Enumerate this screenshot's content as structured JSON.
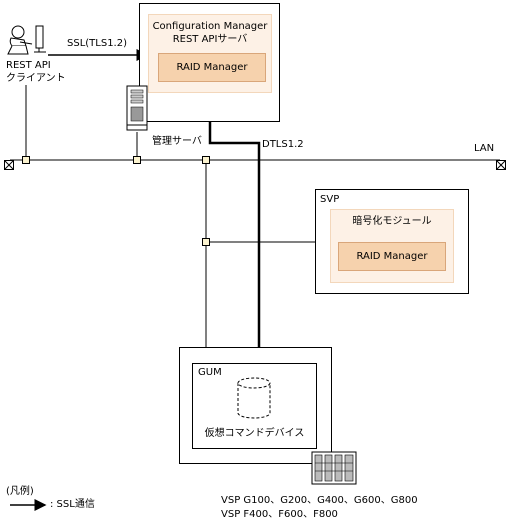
{
  "client": {
    "label_line1": "REST API",
    "label_line2": "クライアント"
  },
  "ssl_label": "SSL(TLS1.2)",
  "server_box": {
    "title_line1": "Configuration Manager",
    "title_line2": "REST APIサーバ",
    "raid": "RAID Manager"
  },
  "mgmt_server_label": "管理サーバ",
  "dtls_label": "DTLS1.2",
  "lan_label": "LAN",
  "svp": {
    "title": "SVP",
    "module": "暗号化モジュール",
    "raid": "RAID Manager"
  },
  "gum": {
    "title": "GUM",
    "device": "仮想コマンドデバイス"
  },
  "models": {
    "line1": "VSP G100、G200、G400、G600、G800",
    "line2": "VSP F400、F600、F800"
  },
  "legend": {
    "title": "(凡例)",
    "ssl": ": SSL通信"
  },
  "icons": [
    "user-at-computer-icon",
    "server-tower-icon",
    "storage-rack-icon",
    "database-cylinder-icon"
  ],
  "colors": {
    "panel_fill": "#fdf1e6",
    "raid_fill": "#f6d2ad",
    "node_fill": "#fbf3cf"
  }
}
